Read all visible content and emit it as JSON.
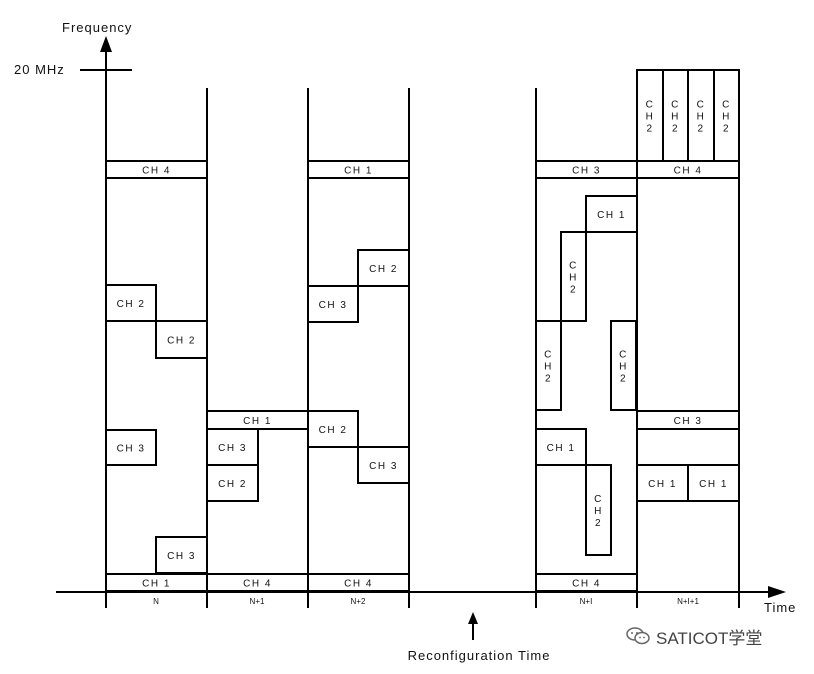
{
  "axes": {
    "y_label": "Frequency",
    "x_label": "Time",
    "max_tick": "20 MHz"
  },
  "annotation": {
    "reconfig": "Reconfiguration Time"
  },
  "slots": [
    "N",
    "N+1",
    "N+2",
    "N+I",
    "N+I+1"
  ],
  "blocks": [
    {
      "name": "block-ch4-top-n",
      "label": "CH 4"
    },
    {
      "name": "block-ch2-n-a",
      "label": "CH 2"
    },
    {
      "name": "block-ch2-n-b",
      "label": "CH 2"
    },
    {
      "name": "block-ch3-n-a",
      "label": "CH 3"
    },
    {
      "name": "block-ch3-n-b",
      "label": "CH 3"
    },
    {
      "name": "block-ch1-n",
      "label": "CH 1"
    },
    {
      "name": "block-ch1-n1",
      "label": "CH 1"
    },
    {
      "name": "block-ch3-n1",
      "label": "CH 3"
    },
    {
      "name": "block-ch2-n1",
      "label": "CH 2"
    },
    {
      "name": "block-ch4-n1",
      "label": "CH 4"
    },
    {
      "name": "block-ch1-top-n2",
      "label": "CH 1"
    },
    {
      "name": "block-ch2-n2-a",
      "label": "CH 2"
    },
    {
      "name": "block-ch3-n2-a",
      "label": "CH 3"
    },
    {
      "name": "block-ch2-n2-b",
      "label": "CH 2"
    },
    {
      "name": "block-ch3-n2-b",
      "label": "CH 3"
    },
    {
      "name": "block-ch4-n2",
      "label": "CH 4"
    },
    {
      "name": "block-ch3-top-ni",
      "label": "CH 3"
    },
    {
      "name": "block-ch1-ni-a",
      "label": "CH 1"
    },
    {
      "name": "block-ch2-ni-v1",
      "label": "CH 2",
      "vertical": true
    },
    {
      "name": "block-ch2-ni-v2",
      "label": "CH 2",
      "vertical": true
    },
    {
      "name": "block-ch2-ni-v3",
      "label": "CH 2",
      "vertical": true
    },
    {
      "name": "block-ch1-ni-b",
      "label": "CH 1"
    },
    {
      "name": "block-ch2-ni-v4",
      "label": "CH 2",
      "vertical": true
    },
    {
      "name": "block-ch4-ni",
      "label": "CH 4"
    },
    {
      "name": "block-ch2-ni1-v1",
      "label": "CH 2",
      "vertical": true
    },
    {
      "name": "block-ch2-ni1-v2",
      "label": "CH 2",
      "vertical": true
    },
    {
      "name": "block-ch2-ni1-v3",
      "label": "CH 2",
      "vertical": true
    },
    {
      "name": "block-ch2-ni1-v4",
      "label": "CH 2",
      "vertical": true
    },
    {
      "name": "block-ch4-ni1",
      "label": "CH 4"
    },
    {
      "name": "block-ch3-ni1",
      "label": "CH 3"
    },
    {
      "name": "block-ch1-ni1-a",
      "label": "CH 1"
    },
    {
      "name": "block-ch1-ni1-b",
      "label": "CH 1"
    }
  ],
  "watermark": {
    "text": "SATICOT学堂",
    "icon": "wechat-icon"
  }
}
